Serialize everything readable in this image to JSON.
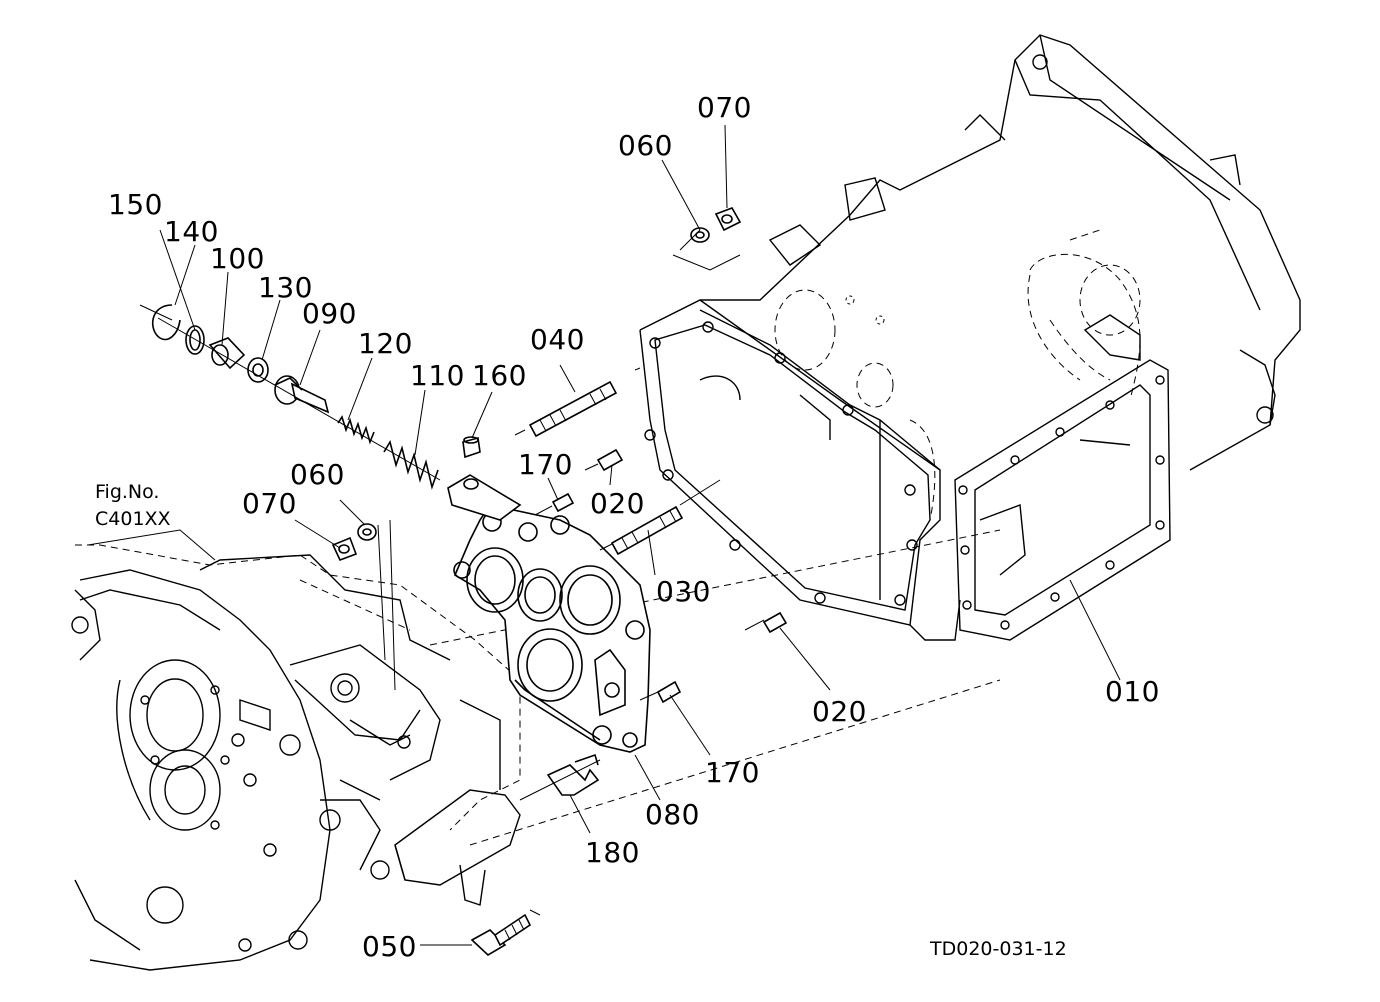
{
  "figure_ref": {
    "line1": "Fig.No.",
    "line2": "C401XX"
  },
  "part_labels": {
    "p010": "010",
    "p020a": "020",
    "p020b": "020",
    "p030": "030",
    "p040": "040",
    "p050": "050",
    "p060a": "060",
    "p060b": "060",
    "p070a": "070",
    "p070b": "070",
    "p080": "080",
    "p090": "090",
    "p100": "100",
    "p110": "110",
    "p120": "120",
    "p130": "130",
    "p140": "140",
    "p150": "150",
    "p160": "160",
    "p170a": "170",
    "p170b": "170",
    "p180": "180"
  },
  "drawing_id": "TD020-031-12"
}
